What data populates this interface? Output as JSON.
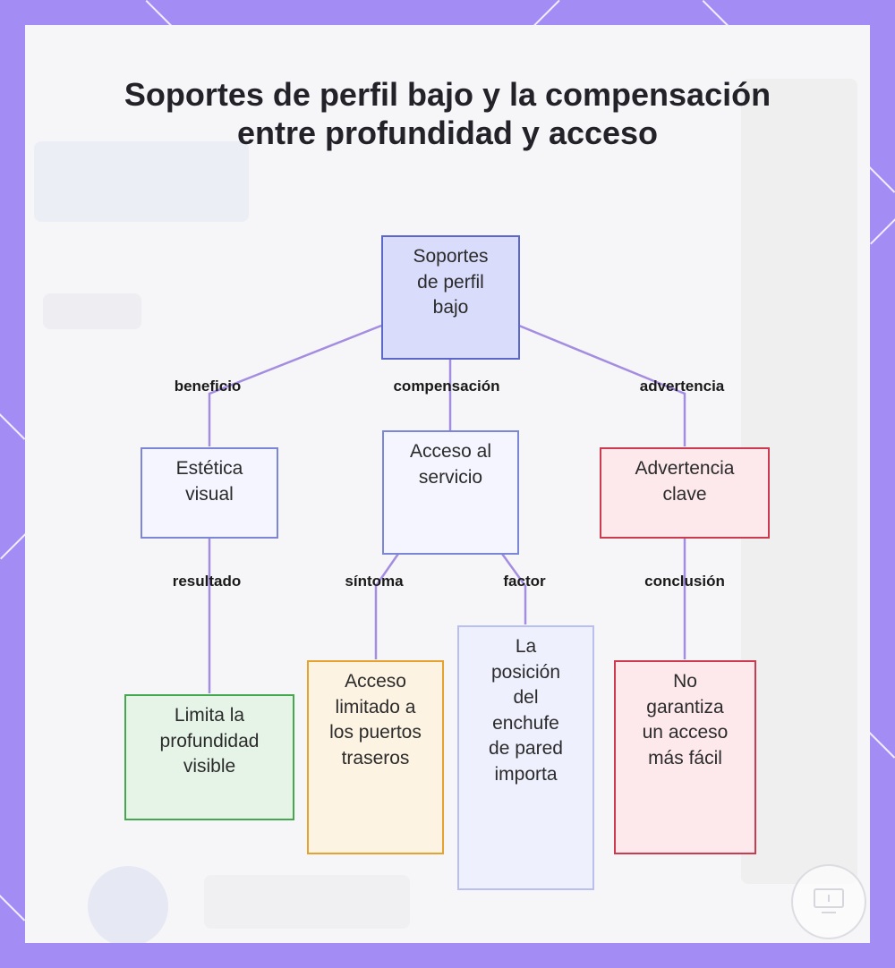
{
  "title": "Soportes de perfil bajo y la compensación entre profundidad y acceso",
  "nodes": {
    "root": "Soportes de perfil bajo",
    "estetica": "Estética visual",
    "acceso_servicio": "Acceso al servicio",
    "advertencia": "Advertencia clave",
    "limita": "Limita la profundidad visible",
    "acceso_limitado": "Acceso limitado a los puertos traseros",
    "posicion": "La posición del enchufe de pared importa",
    "no_garantiza": "No garantiza un acceso más fácil"
  },
  "edge_labels": {
    "beneficio": "beneficio",
    "compensacion": "compensación",
    "advertencia": "advertencia",
    "resultado": "resultado",
    "sintoma": "síntoma",
    "factor": "factor",
    "conclusion": "conclusión"
  },
  "colors": {
    "frame": "#a48cf5",
    "edge": "#a48ce0",
    "root_fill": "#d9dcfb",
    "warning_border": "#cc3a50",
    "result_border": "#45a84f",
    "symptom_border": "#e5a22e"
  }
}
